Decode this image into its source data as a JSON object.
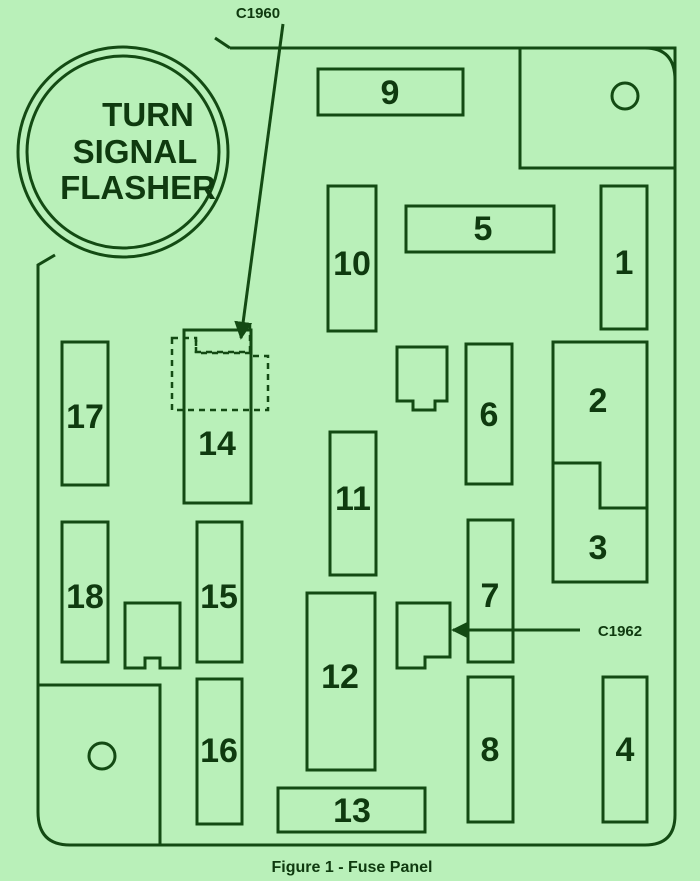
{
  "flasher": {
    "line1": "TURN",
    "line2": "SIGNAL",
    "line3": "FLASHER"
  },
  "connectors": {
    "c1960": "C1960",
    "c1962": "C1962"
  },
  "fuses": {
    "f1": "1",
    "f2": "2",
    "f3": "3",
    "f4": "4",
    "f5": "5",
    "f6": "6",
    "f7": "7",
    "f8": "8",
    "f9": "9",
    "f10": "10",
    "f11": "11",
    "f12": "12",
    "f13": "13",
    "f14": "14",
    "f15": "15",
    "f16": "16",
    "f17": "17",
    "f18": "18"
  },
  "caption": "Figure 1 - Fuse Panel",
  "colors": {
    "background": "#b9f0b9",
    "ink": "#134a13"
  }
}
